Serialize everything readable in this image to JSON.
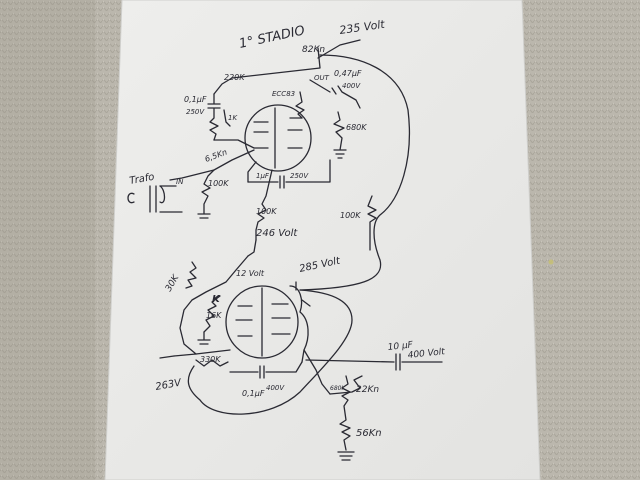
{
  "photo": {
    "subject": "hand-drawn tube amplifier schematic on paper",
    "colors": {
      "background_fabric": "#b9b5ab",
      "paper": "#ededeb",
      "ink": "#2a2a33"
    }
  },
  "labels": {
    "title": "1° STADIO",
    "v_top": "235 Volt",
    "r_plate1": "82Kn",
    "r_220k": "220K",
    "c_01uf": "0,1μF",
    "c_01uf_v": "250V",
    "r_1k": "1K",
    "tube1": "ECC83",
    "out": "OUT",
    "c_047": "0,47μF",
    "c_047_v": "400V",
    "r_680k": "680K",
    "r_65k": "6,5Kn",
    "in": "IN",
    "r_100k_in": "100K",
    "c_1uf": "1μF",
    "c_1uf_v": "250V",
    "trafo": "Trafo",
    "r_100k_a": "100K",
    "r_100k_b": "100K",
    "v_246": "246 Volt",
    "r_30k": "30K",
    "v_tube2": "12 Volt",
    "v_285": "285 Volt",
    "k_label": "K",
    "r_16k": "16K",
    "c_10uf": "10 μF",
    "c_10uf_v": "400 Volt",
    "v_263": "263V",
    "r_330k": "330K",
    "c_01_2": "0,1μF",
    "c_01_2_v": "400V",
    "r_680_2": "680K",
    "r_22k": "22Kn",
    "r_56k": "56Kn"
  }
}
